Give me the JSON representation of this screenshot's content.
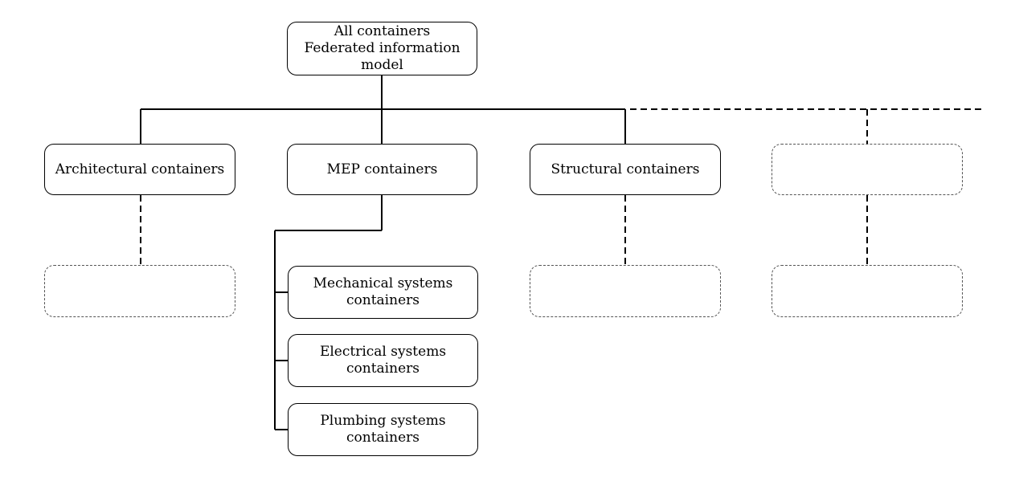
{
  "diagram": {
    "root": {
      "lines": [
        "All containers",
        "Federated information",
        "model"
      ]
    },
    "level1": [
      {
        "key": "architectural",
        "label": "Architectural containers"
      },
      {
        "key": "mep",
        "label": "MEP containers"
      },
      {
        "key": "structural",
        "label": "Structural containers"
      },
      {
        "key": "future",
        "label": ""
      }
    ],
    "mep_children": [
      {
        "key": "mechanical",
        "lines": [
          "Mechanical systems",
          "containers"
        ]
      },
      {
        "key": "electrical",
        "lines": [
          "Electrical systems",
          "containers"
        ]
      },
      {
        "key": "plumbing",
        "lines": [
          "Plumbing systems",
          "containers"
        ]
      }
    ],
    "colors": {
      "line": "#000000",
      "placeholder_border": "#555555",
      "background": "#ffffff"
    }
  }
}
